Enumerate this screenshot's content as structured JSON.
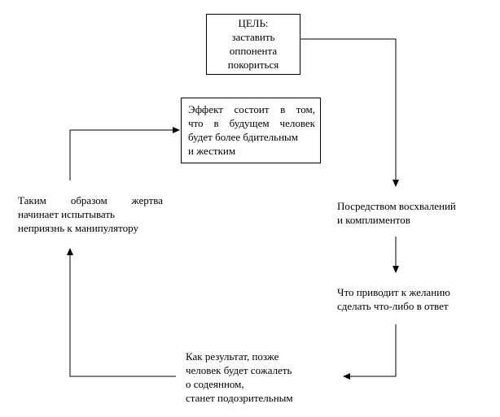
{
  "nodes": {
    "goal": {
      "lines": [
        "ЦЕЛЬ:",
        "заставить",
        "оппонента",
        "покориться"
      ]
    },
    "effect": {
      "line1_words": [
        "Эффект",
        "состоит",
        "в",
        "том,"
      ],
      "line2_words": [
        "что",
        "в",
        "будущем",
        "человек"
      ],
      "line3": "будет более бдительным",
      "line4": "и жестким"
    },
    "praise": {
      "lines": [
        "Посредством восхвалений",
        "и комплиментов"
      ]
    },
    "desire": {
      "lines": [
        "Что приводит к желанию",
        "сделать что-либо в ответ"
      ]
    },
    "regret": {
      "lines": [
        "Как результат, позже",
        "человек будет сожалеть",
        "о содеянном,",
        "станет подозрительным"
      ]
    },
    "victim": {
      "line1_words": [
        "Таким",
        "образом",
        "жертва"
      ],
      "line2": "начинает испытывать",
      "line3": "неприязнь к манипулятору"
    }
  }
}
